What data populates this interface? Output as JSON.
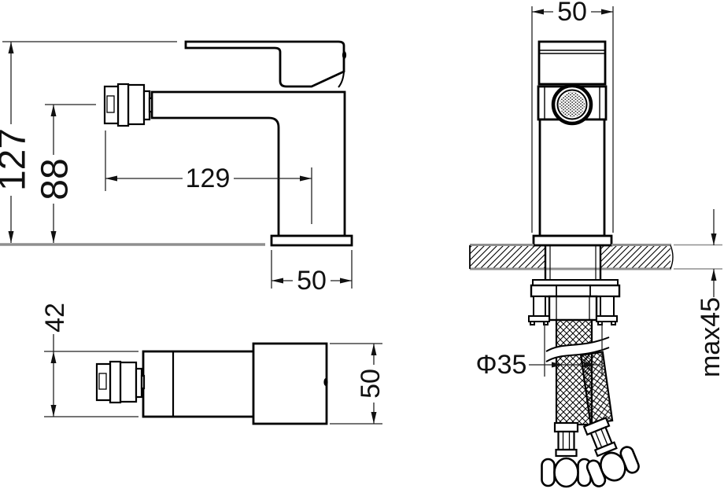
{
  "dimensions": {
    "overall_height": "127",
    "outlet_height": "88",
    "spout_reach": "129",
    "base_width": "50",
    "front_width": "50",
    "top_view_body_width": "42",
    "top_view_handle_width": "50",
    "supply_hole_diameter": "Φ35",
    "max_counter_thickness": "max45"
  },
  "colors": {
    "line": "#000000",
    "counter_surface": "#8f8f8f",
    "background": "#ffffff"
  }
}
